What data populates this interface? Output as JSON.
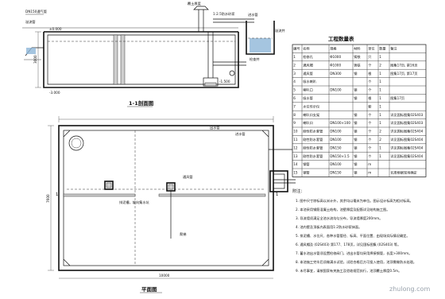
{
  "section_view": {
    "title": "1-1剖面图",
    "labels": {
      "left_note_a": "DN150通气管",
      "left_note_b": "溢流管",
      "top_note_a": "覆土厚度",
      "top_note_b": "1:2.5防水砂浆",
      "top_note_c": "进水管",
      "top_note_d": "检查井",
      "top_note_e": "溢流井",
      "elev_left": "±0.000",
      "elev_bottom": "-3.000",
      "elev_right": "-1.500",
      "dim_height": "3000"
    }
  },
  "plan_view": {
    "title": "平面图",
    "labels": {
      "overall_width": "",
      "flow_note": "排泥槽，坡向集水坑",
      "ladder_note": "爬梯",
      "outlet_note": "出水管",
      "inlet_note": "进水管",
      "vent_note": "通风管",
      "dim_left": "7600",
      "dim_bottom": "10000",
      "section_mark_1": "1",
      "section_mark_2": "1"
    }
  },
  "table": {
    "title": "工程数量表",
    "headers": [
      "编号",
      "名称",
      "规格",
      "材料",
      "单位",
      "数量",
      "备注"
    ],
    "rows": [
      [
        "1",
        "检修孔",
        "Φ1000",
        "铸铁",
        "只",
        "1",
        ""
      ],
      [
        "2",
        "通风帽",
        "Φ1000",
        "铸铁",
        "个",
        "2",
        "图集17页, 第16页"
      ],
      [
        "3",
        "通风管",
        "DN300",
        "钢",
        "根",
        "1",
        "图集17页, 第17页"
      ],
      [
        "4",
        "吸水喇叭",
        "",
        "",
        "个",
        "1",
        ""
      ],
      [
        "5",
        "喇叭口",
        "DN100",
        "钢",
        "个",
        "1",
        ""
      ],
      [
        "6",
        "吸水管",
        "",
        "钢",
        "根",
        "1",
        "图集17页"
      ],
      [
        "7",
        "水位传示仪",
        "",
        "",
        "套",
        "1",
        ""
      ],
      [
        "8",
        "喇叭口支架",
        "",
        "钢",
        "个",
        "1",
        "详见国标图集02S403"
      ],
      [
        "9",
        "喇叭口",
        "DN100×100",
        "钢",
        "个",
        "1",
        "详见国标图集02S403"
      ],
      [
        "10",
        "刚性防水套管",
        "DN100",
        "钢",
        "个",
        "2",
        "详见国标图集02S404"
      ],
      [
        "11",
        "刚性防水套管",
        "DN100",
        "钢",
        "个",
        "2",
        "详见国标图集02S404"
      ],
      [
        "12",
        "刚性防水套管",
        "DN150",
        "钢",
        "个",
        "1",
        "详见国标图集02S404"
      ],
      [
        "13",
        "刚性防水套管",
        "DN150×1.5",
        "钢",
        "个",
        "1",
        "详见国标图集02S404"
      ],
      [
        "14",
        "钢管",
        "DN100",
        "钢",
        "m",
        "",
        ""
      ],
      [
        "15",
        "钢管",
        "DN150",
        "钢",
        "m",
        "",
        "长度根据现场确定"
      ]
    ]
  },
  "notes": {
    "heading": "附注：",
    "items": [
      "1. 图中尺寸除标高以米计外，其余均以毫米为单位。图示设计标高为相对标高。",
      "2. 本池采用钢筋混凝土结构，池壁厚度及配筋详见结构施工图。",
      "3. 导流墙须满足全池水流均匀分布，导流墙厚度200mm。",
      "4. 池内壁及顶板内表面用1:2防水砂浆抹面。",
      "5. 排泥槽、水位尺、各种水管管径、标高、平面位置、由现场实际情况确定。",
      "6. 通风帽及 (02S403) 第177、178页，详见国标图集 (02S403) 等。",
      "7. 蓄水池出水管须设置检修阀门，进出水管均采用焊接钢管，长度>300mm。",
      "8. 本池施工完毕后须做满水试验，试验合格后方可投入使用，池顶需做防水处理。",
      "9. 未尽事宜，请按国家有关施工及验收规范执行，池顶覆土厚度0.5m。"
    ]
  },
  "watermark": "zhulong.com",
  "colors": {
    "line": "#111111",
    "water": "#8fb6d8",
    "watermark": "#9aa3ad"
  }
}
